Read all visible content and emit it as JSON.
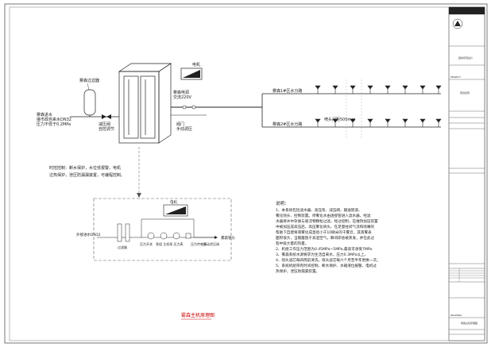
{
  "top": {
    "valve_label": "雾森过滤器",
    "inlet_lines": [
      "雾森进水",
      "接市政自来水DN32",
      "压力不低于0.2MPa"
    ],
    "reducer_lines": [
      "减压阀",
      "自控调节"
    ],
    "motor_label": "电机",
    "fog_lines": [
      "雾森电源",
      "交流220V"
    ],
    "manual_lines": [
      "阀门",
      "手动调压"
    ],
    "branch1": "雾森1#区水分路",
    "branch2": "雾森2#区水分路",
    "nozzle_label": "喷头间距500mm"
  },
  "notes_left": [
    "时控控制：断水保护，水位低报警，电机",
    "过热保护，泄压防漏漏装置，可编程控制。"
  ],
  "detail": {
    "motor_label": "电机",
    "inlet": "外接进水DN32",
    "filter": "过滤器",
    "gauge1": "压力开关",
    "pump": "泵组 主机泵 压力表",
    "gauge2": "压力传感器",
    "valve": "手动泄压阀",
    "outlet": "雾森管头",
    "caption": "雾森主机原理图"
  },
  "notes": {
    "title": "说明：",
    "lines": [
      "1、本系统包括滤水器、高压泵、减压阀、输送管道、",
      "雾化喷头、控制装置。停雾化水由透接管进入滤水器，经滤",
      "水器将水中杂质与悬浮物颗粒过滤，经过控制，在维持加压装置",
      "中被加压成高压后，高压雾化喷头，在足量柱间气流和喷嘴的",
      "帮助下自建将液雾化成直径小于10微米的干雾云，其液雾表",
      "面积很大，当敞露放于高湿空气，瞬间即会被蒸发，并在此过",
      "程中吸大量的热量。",
      "2、机组工作压力范围为0.45MPa~5MPa,最高可承受7MPa",
      "3、雾森系统水源要求为生活自来水，压力0.3MPa以上。",
      "4、喷头滤芯每四周前清洗，喷头滤芯每六个月至半年更换一次。",
      "5、系统机组带有时间控制、断水保护、水箱液位报警，电机过",
      "热保护，泄压防漏漏装置。"
    ]
  },
  "title_block": {
    "company": "园林景观设计",
    "project_label": "PROJECT",
    "drawing_label": "DRAWING",
    "owner_text": "项目名称",
    "sheet_title": "雾森主机原理图"
  }
}
